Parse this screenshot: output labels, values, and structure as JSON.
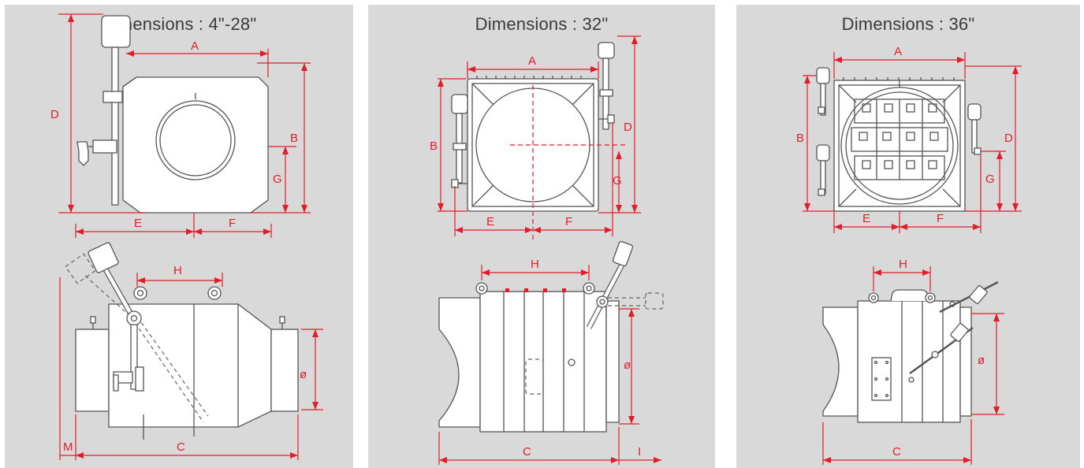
{
  "panels": [
    {
      "title": "Dimensions : 4\"-28\"",
      "labels": {
        "A": "A",
        "B": "B",
        "C": "C",
        "D": "D",
        "E": "E",
        "F": "F",
        "G": "G",
        "H": "H",
        "M": "M",
        "dia": "ø"
      }
    },
    {
      "title": "Dimensions : 32\"",
      "labels": {
        "A": "A",
        "B": "B",
        "C": "C",
        "D": "D",
        "E": "E",
        "F": "F",
        "G": "G",
        "H": "H",
        "I": "I",
        "dia": "ø"
      }
    },
    {
      "title": "Dimensions : 36\"",
      "labels": {
        "A": "A",
        "B": "B",
        "C": "C",
        "D": "D",
        "E": "E",
        "F": "F",
        "G": "G",
        "H": "H",
        "dia": "ø"
      }
    }
  ],
  "colors": {
    "panel_bg": "#d9d9d9",
    "dimension": "#e11d2a",
    "outline": "#555555"
  }
}
